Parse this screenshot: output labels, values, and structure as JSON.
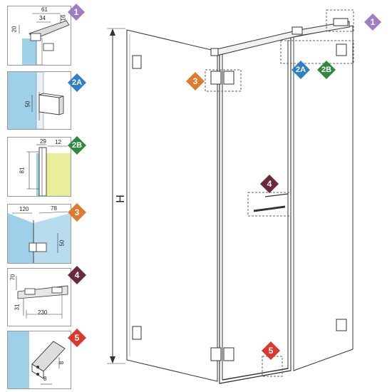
{
  "colors": {
    "badge_1": "#a07cc5",
    "badge_2a": "#2f7fc6",
    "badge_2b": "#2f8a3e",
    "badge_3": "#e07a2e",
    "badge_4": "#6a2a3a",
    "badge_5": "#d93a2e",
    "glass": "#9fd0ea",
    "wall": "#e8ee9a"
  },
  "side_panels": [
    {
      "id": "1",
      "dimensions": [
        "61",
        "34",
        "16",
        "20"
      ]
    },
    {
      "id": "2A",
      "dimensions": [
        "50"
      ]
    },
    {
      "id": "2B",
      "dimensions": [
        "29",
        "12",
        "81"
      ]
    },
    {
      "id": "3",
      "dimensions": [
        "120",
        "78",
        "50"
      ]
    },
    {
      "id": "4",
      "dimensions": [
        "70",
        "31",
        "230"
      ]
    },
    {
      "id": "5",
      "dimensions": [
        "8",
        "8"
      ]
    }
  ],
  "main_drawing": {
    "height_label": "H",
    "badges": [
      "1",
      "2A",
      "2B",
      "3",
      "4",
      "5"
    ]
  }
}
